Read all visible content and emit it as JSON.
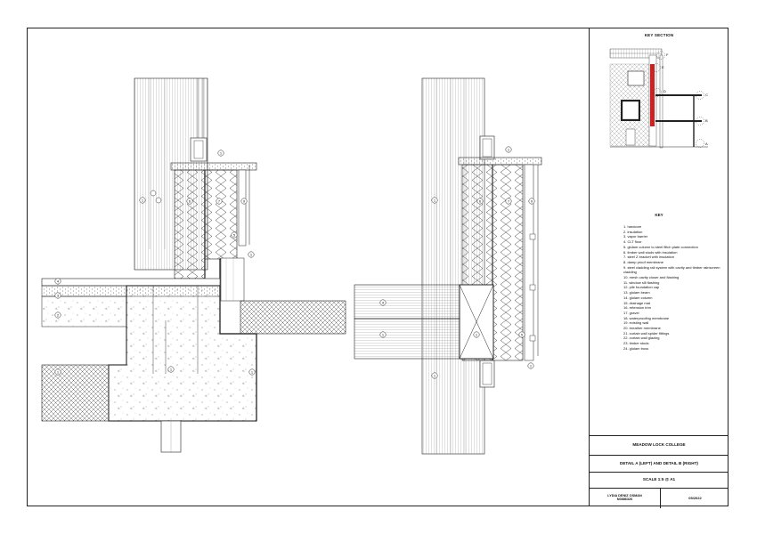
{
  "key_section": {
    "title": "KEY SECTION",
    "markers": [
      "F",
      "E",
      "D",
      "C",
      "B",
      "A"
    ]
  },
  "key": {
    "title": "KEY",
    "items": [
      "1.  hardcore",
      "2.  insulation",
      "3.  vapor barrier",
      "4.  CLT floor",
      "5.  glulam column to steel flitch plate connection",
      "6.  timber wall studs with insulation",
      "7.  steel Z bracket with insulation",
      "8.  damp proof membrane",
      "9.  steel cladding rail system with cavity and timber rainscreen cladding",
      "10.    mesh cavity closer and flashing",
      "11.    window sill flashing",
      "12.    pile foundation cap",
      "13.    glulam beam",
      "14.    glulam column",
      "15.    drainage mat",
      "16.    retension trim",
      "17.    gravel",
      "18.    waterproofing membrane",
      "19.    existing wall",
      "20.    breather membrane",
      "21.    curtain wall spider fittings",
      "22.    curtain wall glazing",
      "23.    timber studs",
      "24.    glulam truss"
    ]
  },
  "title_block": {
    "project": "MEADOW LOCK COLLEGE",
    "drawing": "DETAIL A (LEFT) AND DETAIL B (RIGHT)",
    "scale": "SCALE 1:5 @ A1",
    "author": "LYDIA DENIZ OSMAN",
    "student_id": "N0886326",
    "date": "05/2022"
  },
  "colors": {
    "line": "#222222",
    "highlight": "#cc2222"
  }
}
